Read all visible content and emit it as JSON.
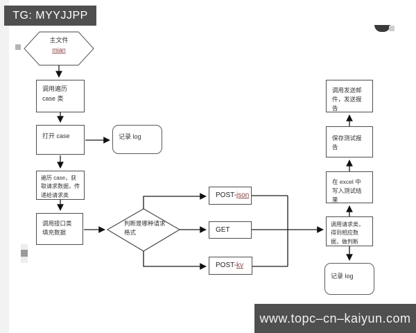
{
  "header": {
    "label": "TG: MYYJJPP"
  },
  "watermark": {
    "url": "www.topc–cn–kaiyun.com"
  },
  "flowchart": {
    "start": {
      "title": "主文件",
      "link": "mian"
    },
    "nodes": {
      "call_traverse": "调用遍历 case 类",
      "open_case": "打开 case",
      "log_left": "记录 log",
      "traverse_case": "遍历 case，获取请求数据，传递给请求类",
      "fill_data": "调用接口类填充数据",
      "decision": "判断是哪种请求格式",
      "post_json_prefix": "POST-",
      "post_json_link": "json",
      "get": "GET",
      "post_kv_prefix": "POST-",
      "post_kv_link": "kv",
      "call_request": "调用请求类，得到相应数据，做判断",
      "log_right": "记录 log",
      "write_excel": "在 excel 中写入测试结果",
      "save_report": "保存测试报告",
      "send_mail": "调用发送邮件，发送报告"
    }
  },
  "colors": {
    "banner_bg": "#4f4f4f",
    "banner_text": "#ffffff",
    "link_red": "#8b3e3e",
    "box_border": "#4d4d4d",
    "connector": "#1a1a1a"
  }
}
